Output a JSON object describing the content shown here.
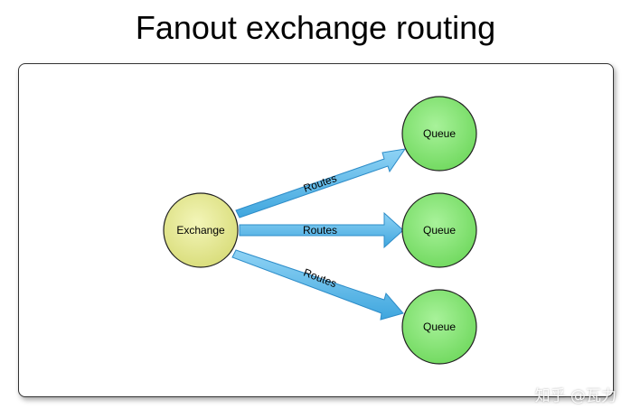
{
  "title": "Fanout exchange routing",
  "exchange": {
    "label": "Exchange",
    "color": "#e7ea92"
  },
  "queues": [
    {
      "label": "Queue"
    },
    {
      "label": "Queue"
    },
    {
      "label": "Queue"
    }
  ],
  "queue_color": "#86e874",
  "arrow_color": "#5ab8e8",
  "routes": [
    {
      "label": "Routes"
    },
    {
      "label": "Routes"
    },
    {
      "label": "Routes"
    }
  ],
  "watermark": "知乎 @瓦力"
}
